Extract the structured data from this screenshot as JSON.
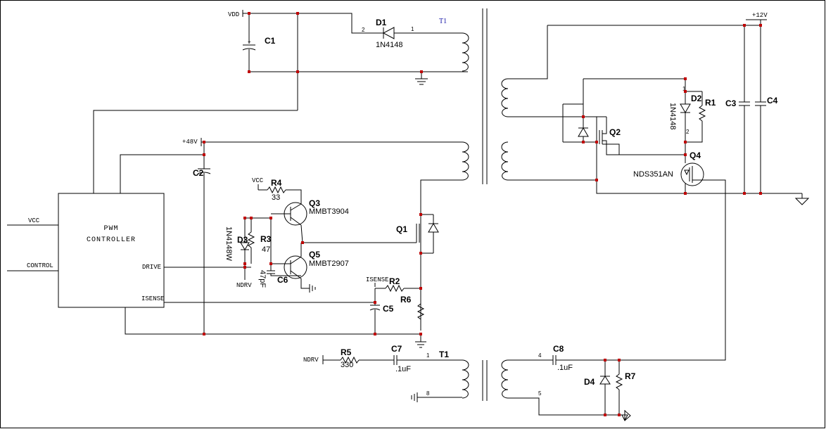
{
  "block": {
    "line1": "PWM",
    "line2": "CONTROLLER",
    "drive": "DRIVE",
    "isense": "ISENSE"
  },
  "inputs": {
    "vcc": "VCC",
    "control": "CONTROL"
  },
  "nets": {
    "vdd": "VDD",
    "v48": "+48V",
    "v12": "+12V",
    "vcc": "VCC",
    "ndrv1": "NDRV",
    "ndrv2": "NDRV",
    "isense": "ISENSE",
    "t1_blue": "T1"
  },
  "parts": {
    "C1": "C1",
    "C2": "C2",
    "C3": "C3",
    "C4": "C4",
    "C5": "C5",
    "C6": "C6",
    "C6_val": "47pF",
    "C7": "C7",
    "C7_val": ".1uF",
    "C8": "C8",
    "C8_val": ".1uF",
    "D1": "D1",
    "D1_val": "1N4148",
    "D2": "D2",
    "D2_val": "1N4148",
    "D3": "D3",
    "D3_val": "1N4148W",
    "D4": "D4",
    "R1": "R1",
    "R2": "R2",
    "R3": "R3",
    "R3_val": "47",
    "R4": "R4",
    "R4_val": "33",
    "R5": "R5",
    "R5_val": "330",
    "R6": "R6",
    "R7": "R7",
    "Q1": "Q1",
    "Q2": "Q2",
    "Q3": "Q3",
    "Q3_val": "MMBT3904",
    "Q4": "Q4",
    "Q4_val": "NDS351AN",
    "Q5": "Q5",
    "Q5_val": "MMBT2907",
    "T1": "T1"
  },
  "pins": {
    "d1_2": "2",
    "d1_1": "1",
    "d2_1": "1",
    "d2_2": "2",
    "t1_1": "1",
    "t1_8": "8",
    "t1_4": "4",
    "t1_5": "5"
  },
  "colors": {
    "wire": "#000000",
    "junction": "#c00000",
    "net_label_t1": "#1a1aa8"
  }
}
